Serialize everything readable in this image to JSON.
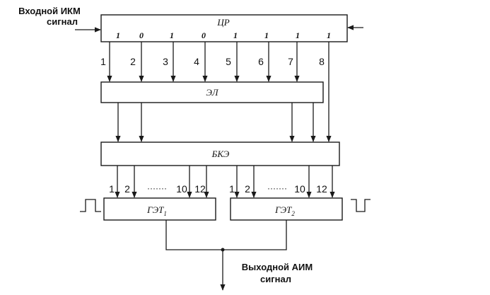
{
  "input_label": {
    "line1": "Входной ИКМ",
    "line2": "сигнал"
  },
  "output_label": {
    "line1": "Выходной  АИМ",
    "line2": "сигнал"
  },
  "blocks": {
    "register": "ЦР",
    "logic": "ЭЛ",
    "key_block": "БКЭ",
    "gen1": {
      "base": "ГЭТ",
      "sub": "1"
    },
    "gen2": {
      "base": "ГЭТ",
      "sub": "2"
    }
  },
  "register_bits": [
    "1",
    "0",
    "1",
    "0",
    "1",
    "1",
    "1",
    "1"
  ],
  "register_outputs": [
    "1",
    "2",
    "3",
    "4",
    "5",
    "6",
    "7",
    "8"
  ],
  "gen1_inputs": {
    "first": "1",
    "second": "2",
    "dots": "·······",
    "third": "10",
    "fourth": "12"
  },
  "gen2_inputs": {
    "first": "1",
    "second": "2",
    "dots": "·······",
    "third": "10",
    "fourth": "12"
  }
}
